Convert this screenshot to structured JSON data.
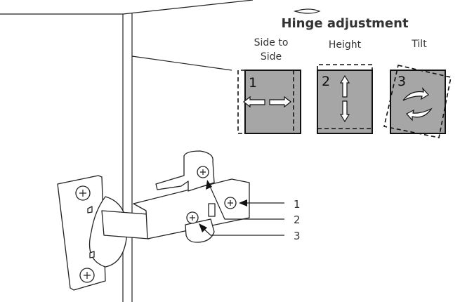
{
  "title": "Hinge adjustment",
  "adjustments": [
    {
      "number": "1",
      "label_line1": "Side to",
      "label_line2": "Side"
    },
    {
      "number": "2",
      "label_line1": "Height"
    },
    {
      "number": "3",
      "label_line1": "Tilt"
    }
  ],
  "callouts": [
    "1",
    "2",
    "3"
  ],
  "colors": {
    "panel_fill": "#a6a6a6",
    "text": "#333333"
  }
}
